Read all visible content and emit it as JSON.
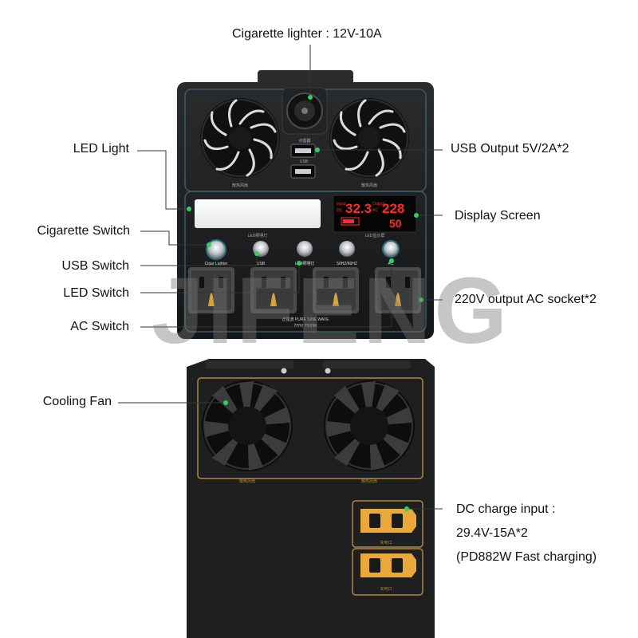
{
  "labels": {
    "cigarette_lighter": "Cigarette lighter : 12V-10A",
    "led_light": "LED Light",
    "usb_output": "USB Output 5V/2A*2",
    "display_screen": "Display Screen",
    "cigarette_switch": "Cigarette Switch",
    "usb_switch": "USB Switch",
    "led_switch": "LED Switch",
    "ac_socket": "220V output AC socket*2",
    "ac_switch": "AC Switch",
    "cooling_fan": "Cooling Fan",
    "dc_charge_line1": "DC charge input :",
    "dc_charge_line2": "29.4V-15A*2",
    "dc_charge_line3": "(PD882W Fast charging)"
  },
  "watermark": "JIFENG",
  "panel_text": {
    "usb_top": "点烟器",
    "usb_label": "USB",
    "fan_left": "散热风扇",
    "fan_right": "散热风扇",
    "led_caption": "LED照明灯",
    "display_caption": "LED显示屏",
    "switch_labels": [
      "Cigar Lighter",
      "USB",
      "LED照明灯",
      "50HZ/60HZ",
      "AC"
    ],
    "inverter_line1": "正弦波 PURE SINE WAVE",
    "inverter_line2": "220V  2500W",
    "rear_fan_left": "散热风扇",
    "rear_fan_right": "散热风扇",
    "charge_port_1": "充电口",
    "charge_port_2": "充电口"
  },
  "display_readout": {
    "input_label": "Input",
    "dc_label": "DC",
    "input_value": "32.3",
    "output_label": "Output",
    "ac_label": "AC",
    "output_value": "228",
    "freq_value": "50"
  },
  "colors": {
    "device_body": "#1c1d1f",
    "callout_dot": "#2fd25a",
    "display_red": "#ff2a2a",
    "charge_port": "#e8a93a",
    "gold_line": "#b08a3e"
  }
}
